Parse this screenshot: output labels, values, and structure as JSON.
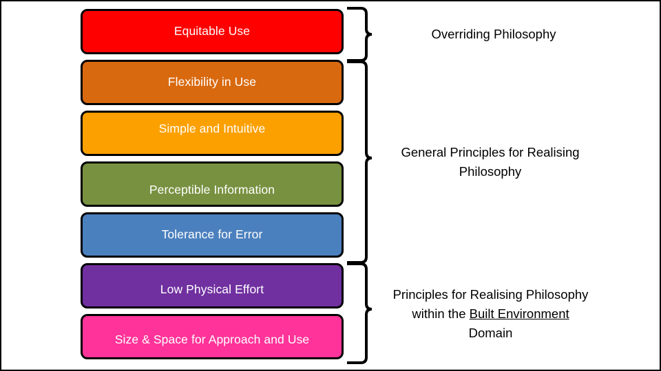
{
  "slide": {
    "background_color": "#FFFFFF",
    "border_color": "#000000"
  },
  "principles": {
    "text_color": "#FFFFFF",
    "border_color": "#000000",
    "items": [
      {
        "label": "Equitable Use",
        "color": "#FF0000"
      },
      {
        "label": "Flexibility in Use",
        "color": "#D9690F"
      },
      {
        "label": "Simple and Intuitive",
        "color": "#FCA000"
      },
      {
        "label": "Perceptible Information",
        "color": "#789140"
      },
      {
        "label": "Tolerance for Error",
        "color": "#4B80BE"
      },
      {
        "label": "Low Physical Effort",
        "color": "#7030A0"
      },
      {
        "label": "Size & Space for Approach and Use",
        "color": "#FF3399"
      }
    ]
  },
  "groups": [
    {
      "name": "overriding-philosophy",
      "line1": "Overriding Philosophy",
      "line2": "",
      "line3": ""
    },
    {
      "name": "general-principles",
      "line1": "General Principles for Realising",
      "line2": "Philosophy",
      "line3": ""
    },
    {
      "name": "built-environment-principles",
      "line1": "Principles for Realising Philosophy",
      "line2_prefix": "within the ",
      "line2_underlined": "Built Environment",
      "line3": "Domain"
    }
  ]
}
